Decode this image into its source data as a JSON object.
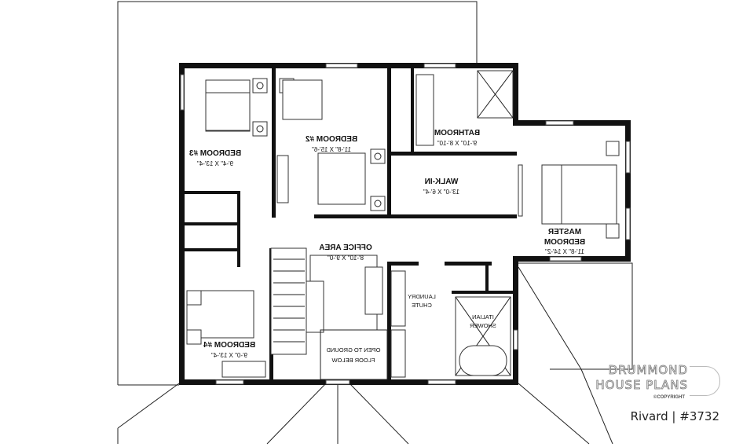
{
  "plan": {
    "rooms": [
      {
        "id": "bedroom3",
        "name": "BEDROOM #3",
        "size": "9'-4\" X 13'-4\""
      },
      {
        "id": "bedroom2",
        "name": "BEDROOM #2",
        "size": "11'-8\" X 15'-6\""
      },
      {
        "id": "bathroom",
        "name": "BATHROOM",
        "size": "9'-10\" X 8'-10\""
      },
      {
        "id": "walkin",
        "name": "WALK-IN",
        "size": "13'-0\" X 6'-4\""
      },
      {
        "id": "master",
        "name": "MASTER",
        "name2": "BEDROOM",
        "size": "11'-8\" X 14'-2\""
      },
      {
        "id": "office",
        "name": "OFFICE AREA",
        "size": "8'-10\" X 9'-0\""
      },
      {
        "id": "bedroom4",
        "name": "BEDROOM #4",
        "size": "9'-0\" X 13'-4\""
      }
    ],
    "notes": {
      "laundry1": "LAUNDRY",
      "laundry2": "CHUTE",
      "shower1": "ITALIAN",
      "shower2": "SHOWER",
      "open1": "OPEN TO GROUND",
      "open2": "FLOOR BELOW"
    },
    "text_mirrored": true
  },
  "brand": {
    "line1": "DRUMMOND",
    "line2": "HOUSE PLANS",
    "copyright": "©COPYRIGHT",
    "plan_title": "Rivard | #3732"
  }
}
